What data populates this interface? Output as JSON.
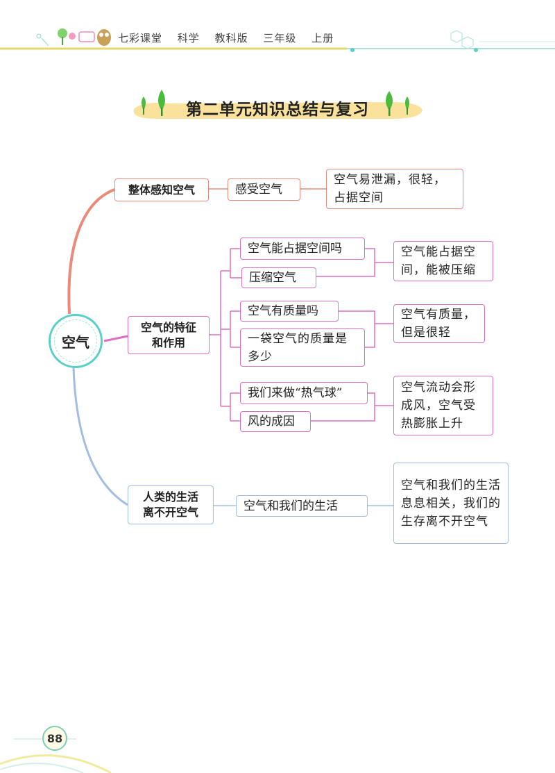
{
  "header": {
    "series": "七彩课堂",
    "subject": "科学",
    "edition": "教科版",
    "grade": "三年级",
    "volume": "上册"
  },
  "title": "第二单元知识总结与复习",
  "root": "空气",
  "branches": {
    "b1": {
      "label": "整体感知空气",
      "sub1": "感受空气",
      "leaf1": "空气易泄漏，很轻，占据空间"
    },
    "b2": {
      "label": "空气的特征和作用",
      "g1_a": "空气能占据空间吗",
      "g1_b": "压缩空气",
      "g1_leaf": "空气能占据空间，能被压缩",
      "g2_a": "空气有质量吗",
      "g2_b": "一袋空气的质量是多少",
      "g2_leaf": "空气有质量，但是很轻",
      "g3_a": "我们来做“热气球”",
      "g3_b": "风的成因",
      "g3_leaf": "空气流动会形成风，空气受热膨胀上升"
    },
    "b3": {
      "label": "人类的生活离不开空气",
      "sub1": "空气和我们的生活",
      "leaf1": "空气和我们的生活息息相关，我们的生存离不开空气"
    }
  },
  "page_number": "88",
  "colors": {
    "teal": "#59cfc6",
    "pink": "#e06fc0",
    "red": "#ea8a7a",
    "blue": "#a3bde0",
    "banner": "#fbe29c",
    "tree": "#4cbb3d"
  }
}
